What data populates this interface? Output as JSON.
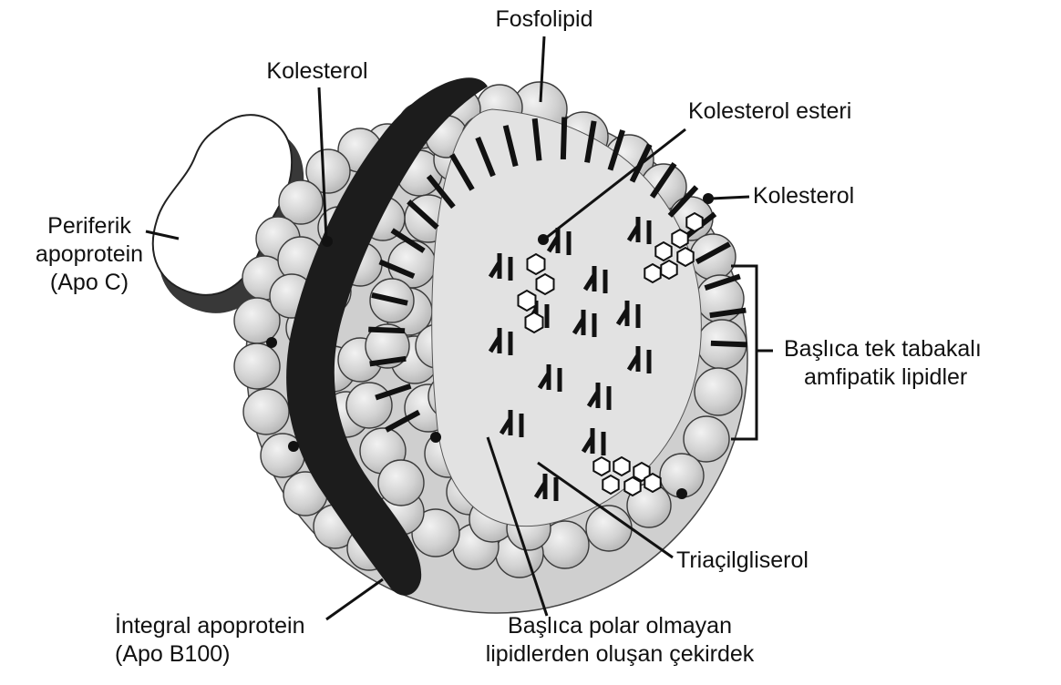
{
  "labels": {
    "fosfolipid": "Fosfolipid",
    "kolesterol_top": "Kolesterol",
    "kolesterol_esteri": "Kolesterol esteri",
    "kolesterol_right": "Kolesterol",
    "periferik": [
      "Periferik",
      "apoprotein",
      "(Apo C)"
    ],
    "baslica_tek": [
      "Başlıca tek tabakalı",
      "amfipatik lipidler"
    ],
    "triacilgliserol": "Triaçilgliserol",
    "integral": [
      "İntegral apoprotein",
      "(Apo B100)"
    ],
    "baslica_polar": [
      "Başlıca polar olmayan",
      "lipidlerden oluşan çekirdek"
    ]
  },
  "colors": {
    "line": "#111111",
    "sphere_fill": "#d6d6d6",
    "sphere_stroke": "#3a3a3a",
    "core_fill": "#e4e4e4",
    "apoprotein_dark": "#1c1c1c",
    "apo_c_fill": "#ffffff",
    "apo_c_shadow": "#3a3a3a",
    "ester_fill": "#ffffff"
  }
}
